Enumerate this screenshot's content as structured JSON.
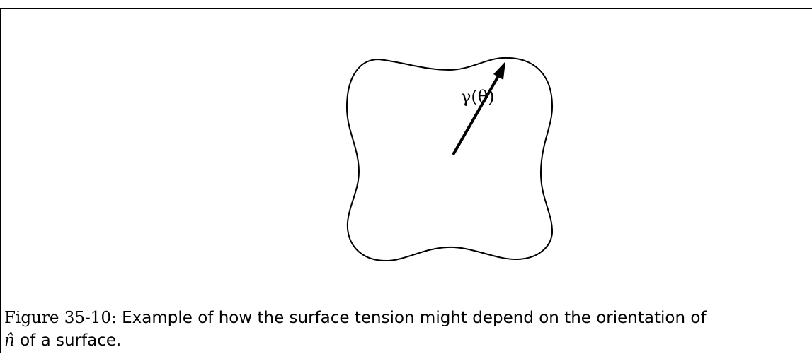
{
  "diagram": {
    "arrow_label": "γ(θ)"
  },
  "caption": {
    "figure_label": "Figure 35-10:",
    "line1_text": "Example of how the surface tension might depend on the orientation of",
    "symbol": "n̂",
    "line2_text": "of a surface."
  }
}
